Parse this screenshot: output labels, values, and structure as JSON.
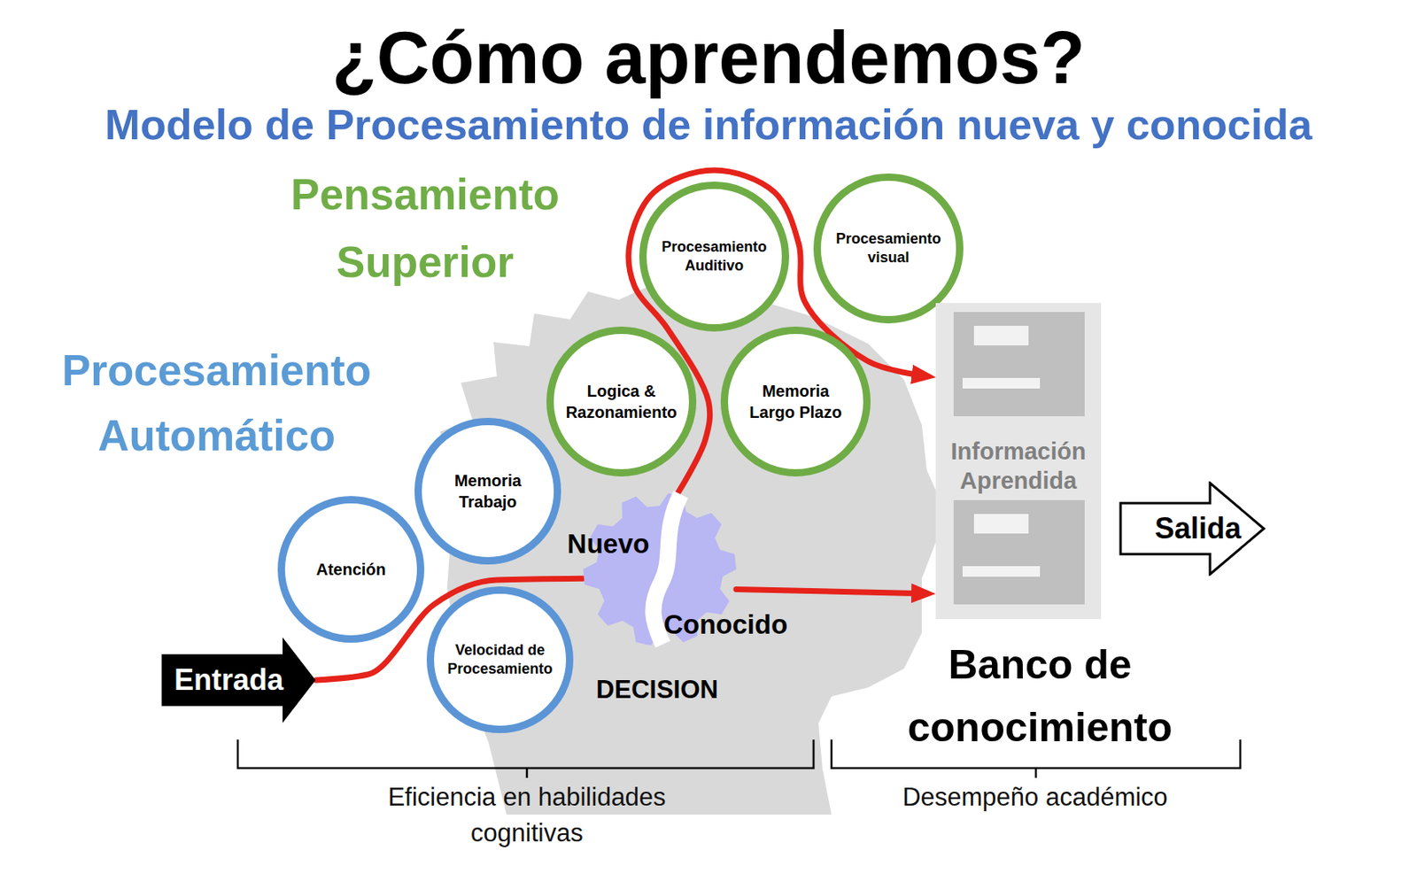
{
  "diagram": {
    "title": "¿Cómo aprendemos?",
    "nodes": [
      {
        "text": [
          "Entrada"
        ]
      },
      {
        "text": [
          "Atención"
        ]
      },
      {
        "text": [
          "Memoria Trabajo"
        ]
      },
      {
        "text": [
          "Velocidad de Procesamiento"
        ]
      },
      {
        "text": [
          "Nuevo",
          "Conocido",
          "DECISION"
        ]
      },
      {
        "text": [
          "Logica & Razonamiento"
        ]
      },
      {
        "text": [
          "Memoria Largo Plazo"
        ]
      },
      {
        "text": [
          "Procesamiento Auditivo"
        ]
      },
      {
        "text": [
          "Procesamiento visual"
        ]
      },
      {
        "text": [
          "Información Aprendida",
          "Banco de conocimiento"
        ]
      },
      {
        "text": [
          "Salida"
        ]
      }
    ],
    "edges": [
      {
        "from": 0,
        "to": 4,
        "arrow": "none"
      },
      {
        "from": 4,
        "to": 9,
        "arrow": "to"
      },
      {
        "from": 4,
        "to": 9,
        "arrow": "to"
      }
    ],
    "labels": [
      "Modelo de Procesamiento de información nueva y conocida",
      "Pensamiento Superior",
      "Procesamiento Automático",
      "Eficiencia en habilidades cognitivas",
      "Desempeño académico"
    ]
  }
}
